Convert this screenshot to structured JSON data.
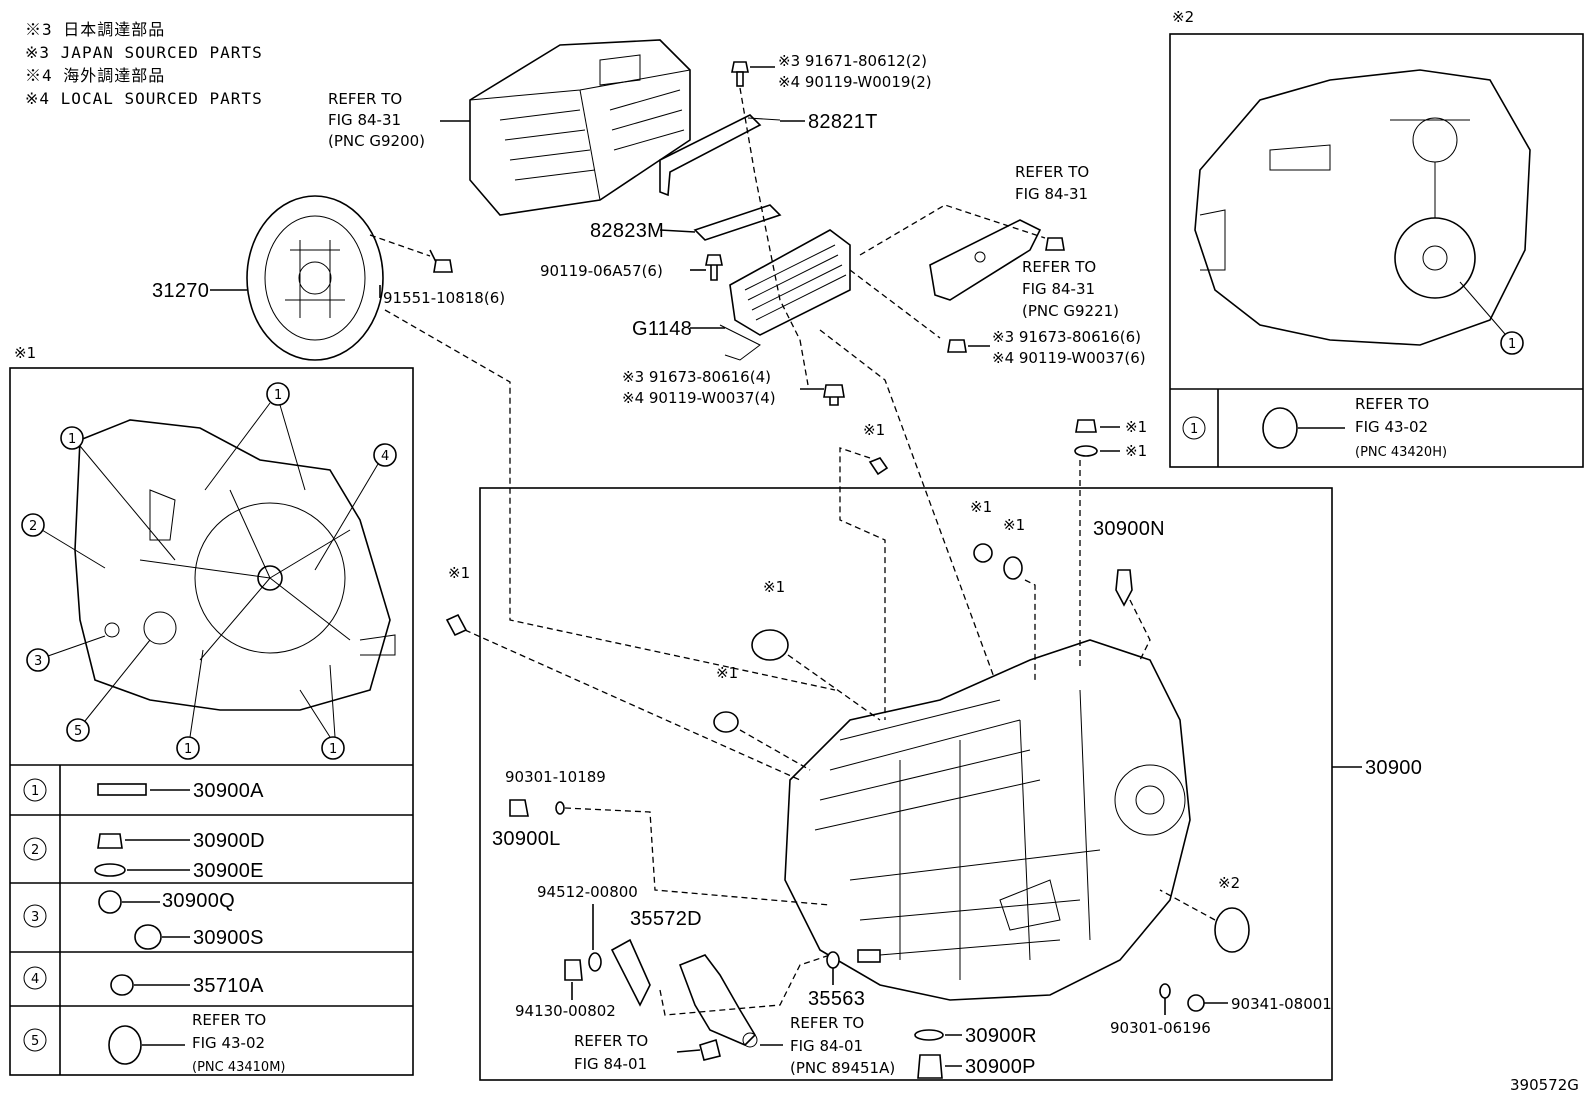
{
  "header": {
    "line1": "※3 日本調達部品",
    "line2": "※3 JAPAN SOURCED PARTS",
    "line3": "※4 海外調達部品",
    "line4": "※4 LOCAL SOURCED PARTS"
  },
  "drawing_number": "390572G",
  "notes": {
    "n1": "※1",
    "n2": "※2"
  },
  "refer_top": {
    "line1": "REFER TO",
    "line2": "FIG 84-31",
    "line3": "(PNC G9200)"
  },
  "refer_right_a": {
    "line1": "REFER TO",
    "line2": "FIG 84-31"
  },
  "refer_right_b": {
    "line1": "REFER TO",
    "line2": "FIG 84-31",
    "line3": "(PNC G9221)"
  },
  "parts": {
    "p31270": "31270",
    "p91551": "91551-10818(6)",
    "p91671": "※3 91671-80612(2)",
    "p90119a": "※4 90119-W0019(2)",
    "p82821T": "82821T",
    "p82823M": "82823M",
    "p90119b": "90119-06A57(6)",
    "pG1148": "G1148",
    "p91673a": "※3 91673-80616(4)",
    "p90119c": "※4 90119-W0037(4)",
    "p91673b": "※3 91673-80616(6)",
    "p90119d": "※4 90119-W0037(6)",
    "p30900N": "30900N",
    "p30900": "30900",
    "p90301a": "90301-10189",
    "p30900L": "30900L",
    "p94512": "94512-00800",
    "p35572D": "35572D",
    "p94130": "94130-00802",
    "p35563": "35563",
    "p30900R": "30900R",
    "p30900P": "30900P",
    "p90301b": "90301-06196",
    "p90341": "90341-08001"
  },
  "refer_bottom_left": {
    "line1": "REFER TO",
    "line2": "FIG 84-01"
  },
  "refer_bottom_mid": {
    "line1": "REFER TO",
    "line2": "FIG 84-01",
    "line3": "(PNC 89451A)"
  },
  "left_box": {
    "title": "※1",
    "callouts": [
      "1",
      "2",
      "3",
      "4",
      "5"
    ],
    "rows": [
      {
        "num": "1",
        "parts": [
          "30900A"
        ]
      },
      {
        "num": "2",
        "parts": [
          "30900D",
          "30900E"
        ]
      },
      {
        "num": "3",
        "parts": [
          "30900Q",
          "30900S"
        ]
      },
      {
        "num": "4",
        "parts": [
          "35710A"
        ]
      },
      {
        "num": "5",
        "refer": [
          "REFER TO",
          "FIG 43-02",
          "(PNC 43410M)"
        ]
      }
    ]
  },
  "right_box": {
    "title": "※2",
    "callout": "1",
    "row": {
      "num": "1",
      "refer": [
        "REFER TO",
        "FIG 43-02",
        "(PNC 43420H)"
      ]
    }
  },
  "star1": "※1",
  "star2": "※2"
}
